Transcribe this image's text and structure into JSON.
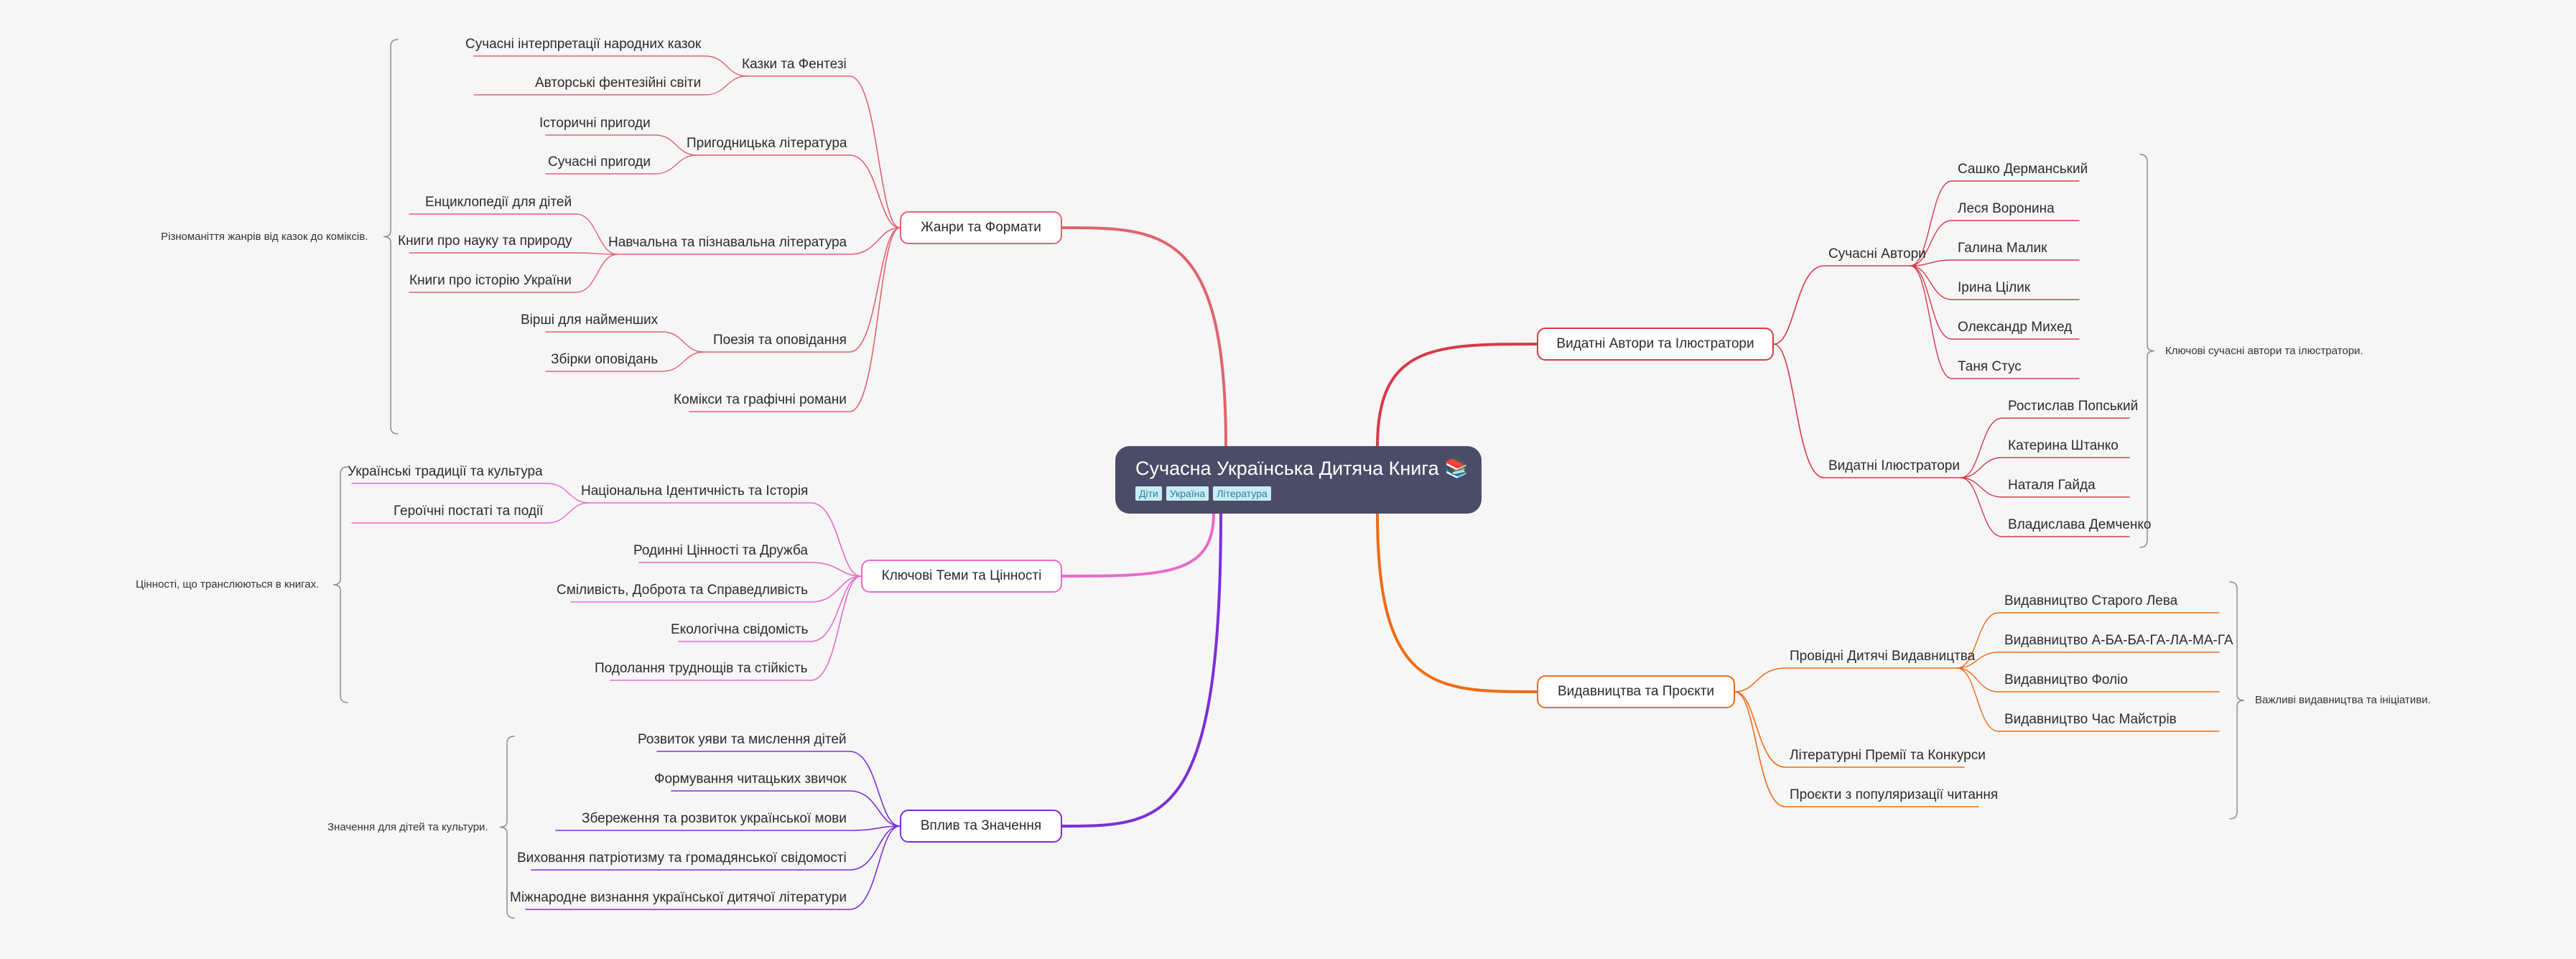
{
  "root": {
    "title": "Сучасна Українська Дитяча Книга 📚",
    "tags": [
      "Діти",
      "Україна",
      "Література"
    ]
  },
  "branches": [
    {
      "label": "Жанри та Формати",
      "color": "#e0636f",
      "side": "left",
      "summary": "Різноманіття жанрів від казок до коміксів.",
      "children": [
        {
          "label": "Казки та Фентезі",
          "children": [
            "Сучасні інтерпретації народних казок",
            "Авторські фентезійні світи"
          ]
        },
        {
          "label": "Пригодницька література",
          "children": [
            "Історичні пригоди",
            "Сучасні пригоди"
          ]
        },
        {
          "label": "Навчальна та пізнавальна література",
          "children": [
            "Енциклопедії для дітей",
            "Книги про науку та природу",
            "Книги про історію України"
          ]
        },
        {
          "label": "Поезія та оповідання",
          "children": [
            "Вірші для найменших",
            "Збірки оповідань"
          ]
        },
        {
          "label": "Комікси та графічні романи",
          "children": []
        }
      ]
    },
    {
      "label": "Ключові Теми та Цінності",
      "color": "#e76bc9",
      "side": "left",
      "summary": "Цінності, що транслюються в книгах.",
      "children": [
        {
          "label": "Національна Ідентичність та Історія",
          "children": [
            "Українські традиції та культура",
            "Героїчні постаті та події"
          ]
        },
        {
          "label": "Родинні Цінності та Дружба",
          "children": []
        },
        {
          "label": "Сміливість, Доброта та Справедливість",
          "children": []
        },
        {
          "label": "Екологічна свідомість",
          "children": []
        },
        {
          "label": "Подолання труднощів та стійкість",
          "children": []
        }
      ]
    },
    {
      "label": "Вплив та Значення",
      "color": "#7c2fd6",
      "side": "left",
      "summary": "Значення для дітей та культури.",
      "children": [
        {
          "label": "Розвиток уяви та мислення дітей",
          "children": []
        },
        {
          "label": "Формування читацьких звичок",
          "children": []
        },
        {
          "label": "Збереження та розвиток української мови",
          "children": []
        },
        {
          "label": "Виховання патріотизму та громадянської свідомості",
          "children": []
        },
        {
          "label": "Міжнародне визнання української дитячої літератури",
          "children": []
        }
      ]
    },
    {
      "label": "Видатні Автори та Ілюстратори",
      "color": "#d63a48",
      "side": "right",
      "summary": "Ключові сучасні автори та ілюстратори.",
      "children": [
        {
          "label": "Сучасні Автори",
          "children": [
            "Сашко Дерманський",
            "Леся Воронина",
            "Галина Малик",
            "Ірина Цілик",
            "Олександр Михед",
            "Таня Стус"
          ]
        },
        {
          "label": "Видатні Ілюстратори",
          "children": [
            "Ростислав Попський",
            "Катерина Штанко",
            "Наталя Гайда",
            "Владислава Демченко"
          ]
        }
      ]
    },
    {
      "label": "Видавництва та Проєкти",
      "color": "#f06b14",
      "side": "right",
      "summary": "Важливі видавництва та ініціативи.",
      "children": [
        {
          "label": "Провідні Дитячі Видавництва",
          "children": [
            "Видавництво Старого Лева",
            "Видавництво А-БА-БА-ГА-ЛА-МА-ГА",
            "Видавництво Фоліо",
            "Видавництво Час Майстрів"
          ]
        },
        {
          "label": "Літературні Премії та Конкурси",
          "children": []
        },
        {
          "label": "Проєкти з популяризації читання",
          "children": []
        }
      ]
    }
  ]
}
